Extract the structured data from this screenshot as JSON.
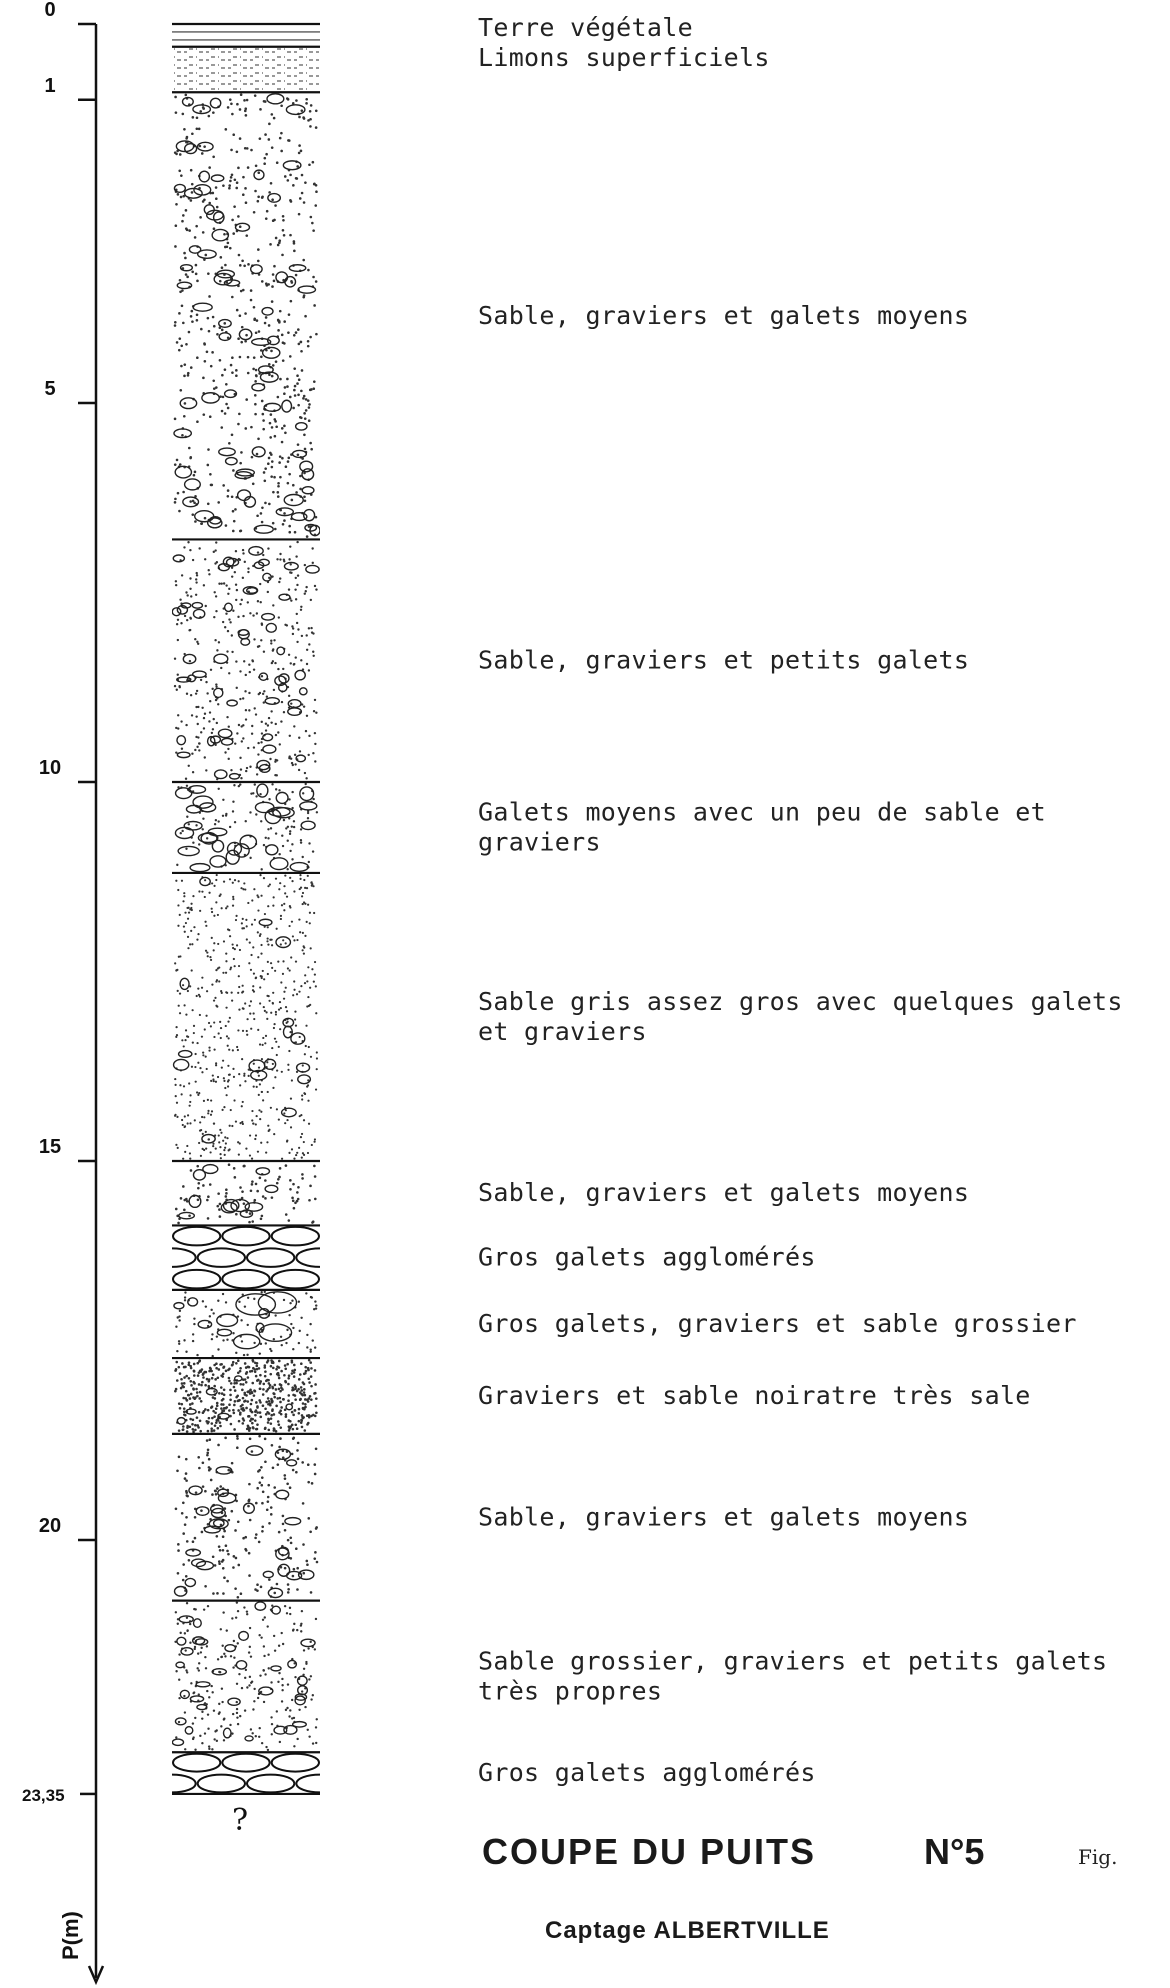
{
  "title": "COUPE DU PUITS",
  "well_number": "N°5",
  "figure_label": "Fig.",
  "subtitle": "Captage ALBERTVILLE",
  "axis": {
    "label": "P(m)",
    "ticks": [
      "0",
      "1",
      "5",
      "10",
      "15",
      "20"
    ],
    "bottom_depth": "23,35"
  },
  "unknown_marker": "?",
  "layers": [
    {
      "label": "Terre végétale",
      "from": 0,
      "to": 0.3,
      "pattern": "soil"
    },
    {
      "label": "Limons superficiels",
      "from": 0.3,
      "to": 0.9,
      "pattern": "silt"
    },
    {
      "label": "Sable, graviers et galets moyens",
      "from": 0.9,
      "to": 6.8,
      "pattern": "gravel-medium"
    },
    {
      "label": "Sable, graviers et petits galets",
      "from": 6.8,
      "to": 10.0,
      "pattern": "gravel-small"
    },
    {
      "label": "Galets moyens avec un peu de sable et graviers",
      "from": 10.0,
      "to": 11.2,
      "pattern": "pebbles"
    },
    {
      "label": "Sable gris assez gros avec quelques galets et graviers",
      "from": 11.2,
      "to": 15.0,
      "pattern": "sand"
    },
    {
      "label": "Sable, graviers et galets moyens",
      "from": 15.0,
      "to": 15.85,
      "pattern": "gravel-medium"
    },
    {
      "label": "Gros galets agglomérés",
      "from": 15.85,
      "to": 16.7,
      "pattern": "cobbles"
    },
    {
      "label": "Gros galets, graviers et sable grossier",
      "from": 16.7,
      "to": 17.6,
      "pattern": "cobbles-mixed"
    },
    {
      "label": "Graviers et sable noiratre très sale",
      "from": 17.6,
      "to": 18.6,
      "pattern": "dark-sand"
    },
    {
      "label": "Sable, graviers et galets moyens",
      "from": 18.6,
      "to": 20.8,
      "pattern": "gravel-medium"
    },
    {
      "label": "Sable grossier, graviers et petits galets très propres",
      "from": 20.8,
      "to": 22.8,
      "pattern": "gravel-small"
    },
    {
      "label": "Gros galets agglomérés",
      "from": 22.8,
      "to": 23.35,
      "pattern": "cobbles"
    }
  ]
}
